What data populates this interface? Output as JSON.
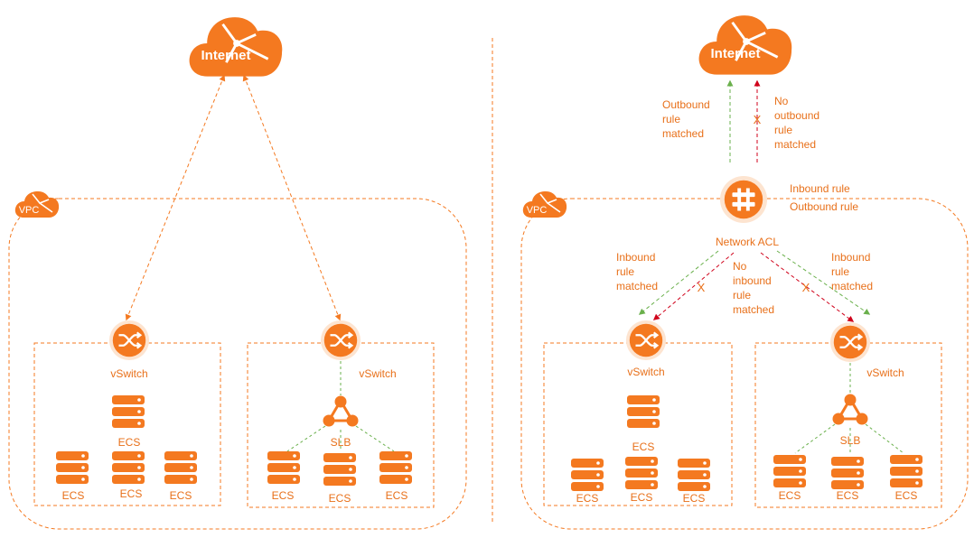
{
  "colors": {
    "orange": "#f47920",
    "label": "#e8701a",
    "green": "#6ab04c",
    "red": "#d0021b"
  },
  "left": {
    "internet": "Internet",
    "vpc": "VPC",
    "vswitch1": "vSwitch",
    "vswitch2": "vSwitch",
    "ecs_top": "ECS",
    "ecs_a": "ECS",
    "ecs_b": "ECS",
    "ecs_c": "ECS",
    "slb": "SLB",
    "ecs_d": "ECS",
    "ecs_e": "ECS",
    "ecs_f": "ECS"
  },
  "right": {
    "internet": "Internet",
    "vpc": "VPC",
    "outbound_matched": [
      "Outbound",
      "rule",
      "matched"
    ],
    "no_outbound": [
      "No",
      "outbound",
      "rule",
      "matched"
    ],
    "acl_rules": [
      "Inbound rule",
      "Outbound rule"
    ],
    "acl": "Network ACL",
    "inbound_left": [
      "Inbound",
      "rule",
      "matched"
    ],
    "no_inbound": [
      "No",
      "inbound",
      "rule",
      "matched"
    ],
    "inbound_right": [
      "Inbound",
      "rule",
      "matched"
    ],
    "x_mark": "X",
    "vswitch1": "vSwitch",
    "vswitch2": "vSwitch",
    "ecs_top": "ECS",
    "ecs_a": "ECS",
    "ecs_b": "ECS",
    "ecs_c": "ECS",
    "slb": "SLB",
    "ecs_d": "ECS",
    "ecs_e": "ECS",
    "ecs_f": "ECS"
  }
}
